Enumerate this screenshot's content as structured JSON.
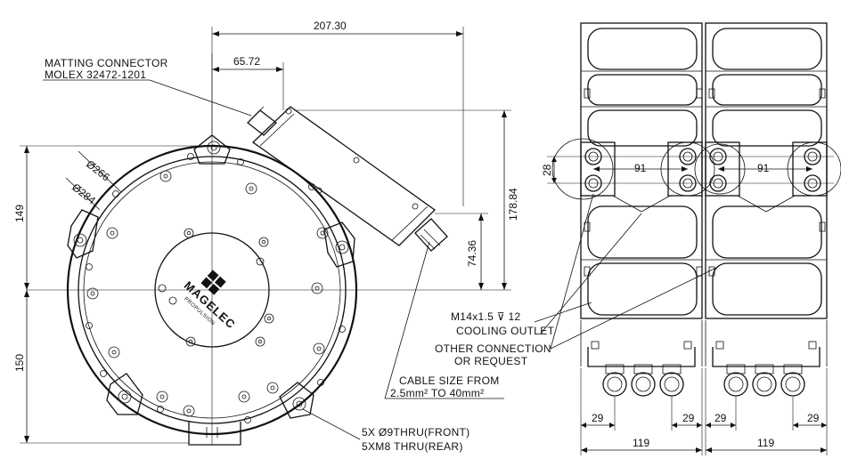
{
  "dimensions": {
    "overall_width": "207.30",
    "connector_offset": "65.72",
    "dia_outer": "Ø266",
    "dia_bolt": "Ø284",
    "height_upper": "149",
    "height_lower": "150",
    "connector_height": "178.84",
    "cable_height": "74.36",
    "port_spacing_v": "28",
    "port_spacing_h_left": "91",
    "port_spacing_h_right": "91",
    "outlet_left_a": "29",
    "outlet_left_b": "29",
    "outlet_right_a": "29",
    "outlet_right_b": "29",
    "module_width_left": "119",
    "module_width_right": "119"
  },
  "notes": {
    "connector_line1": "MATTING CONNECTOR",
    "connector_line2": "MOLEX 32472-1201",
    "port_thread": "M14x1.5 ⊽ 12",
    "cooling": "COOLING OUTLET",
    "other_line1": "OTHER CONNECTION",
    "other_line2": "OR REQUEST",
    "cable_line1": "CABLE SIZE FROM",
    "cable_line2": "2.5mm² TO 40mm²",
    "holes_front": "5X Ø9THRU(FRONT)",
    "holes_rear": "5XM8 THRU(REAR)"
  },
  "logo": {
    "brand": "MAGELEC",
    "sub": "PROPULSION"
  }
}
